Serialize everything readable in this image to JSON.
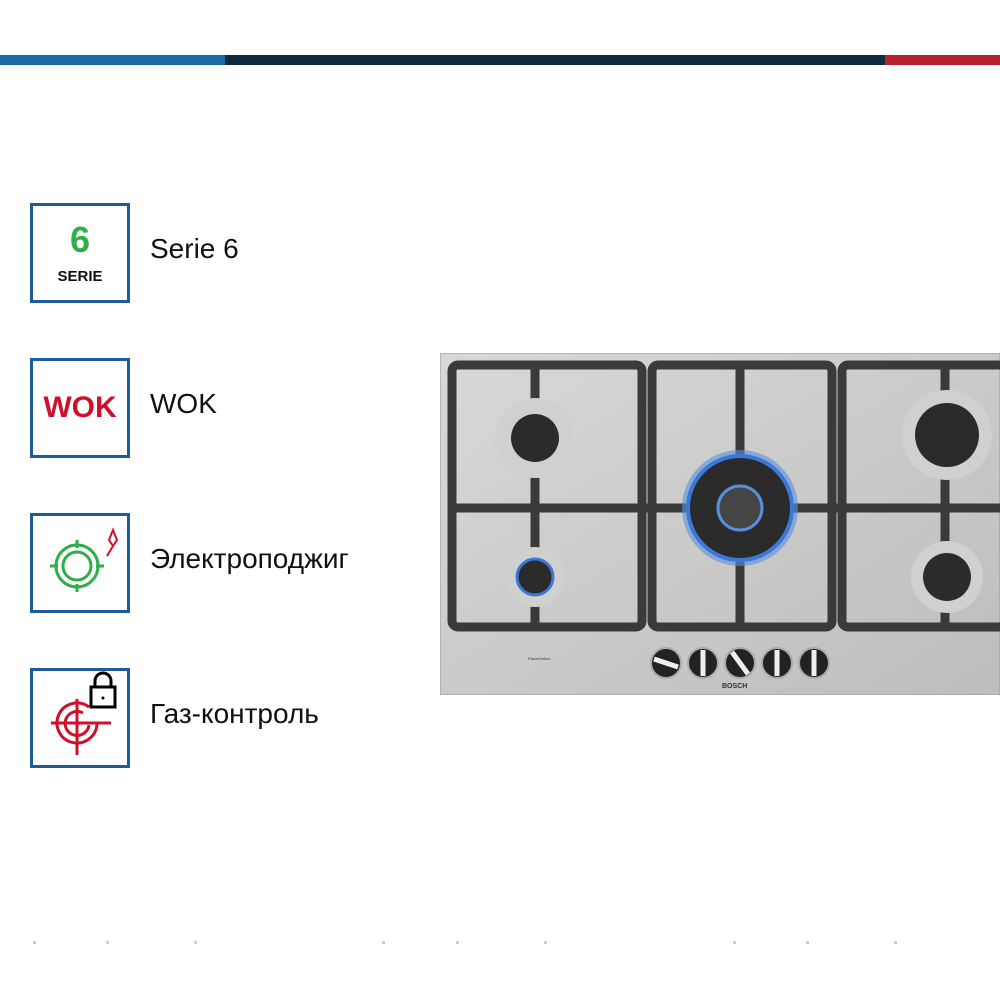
{
  "colors": {
    "blue": "#1a6aaa",
    "navy": "#0e2a3f",
    "red": "#b8222a",
    "border": "#1f5a99",
    "green": "#2fae4a",
    "wokred": "#d0102b"
  },
  "features": [
    {
      "badge_number": "6",
      "badge_text": "SERIE",
      "label": "Serie 6",
      "icon": "serie-6-badge"
    },
    {
      "badge_text": "WOK",
      "label": "WOK",
      "icon": "wok-badge"
    },
    {
      "label": "Электроподжиг",
      "icon": "electric-ignition-icon"
    },
    {
      "label": "Газ-контроль",
      "icon": "gas-control-lock-icon"
    }
  ],
  "product": {
    "brand": "BOSCH",
    "logo_text": "FlameSelect"
  }
}
